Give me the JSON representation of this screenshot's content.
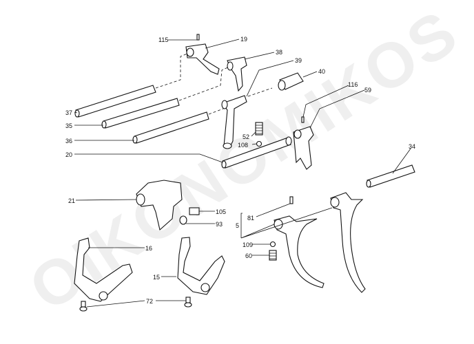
{
  "watermark": "OIKONOMIKOS",
  "callouts": {
    "c115": "115",
    "c19": "19",
    "c38": "38",
    "c39": "39",
    "c40": "40",
    "c116": "116",
    "c59": "59",
    "c37": "37",
    "c35": "35",
    "c36": "36",
    "c52": "52",
    "c108": "108",
    "c20": "20",
    "c34": "34",
    "c21": "21",
    "c105": "105",
    "c93": "93",
    "c81": "81",
    "c5": "5",
    "c109": "109",
    "c60": "60",
    "c16": "16",
    "c15": "15",
    "c72": "72"
  }
}
